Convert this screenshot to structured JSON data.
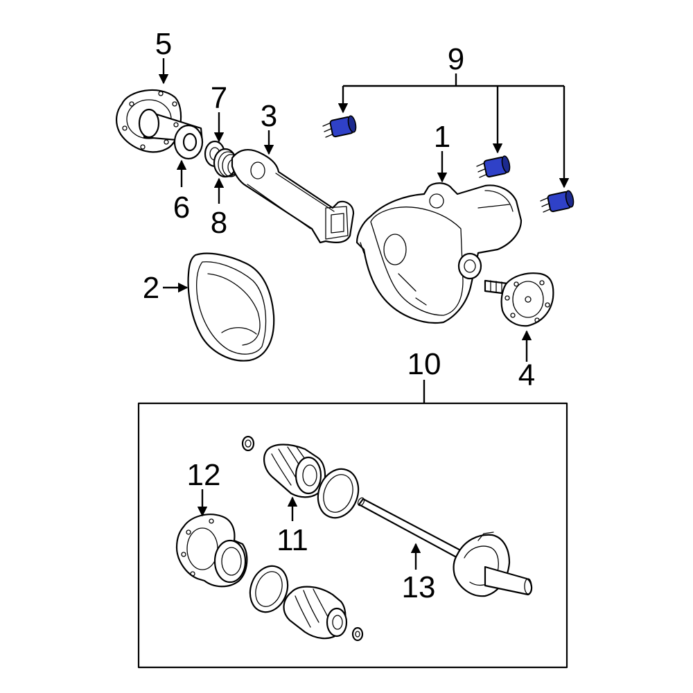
{
  "colors": {
    "highlight": "#2f41c8",
    "highlight_dark": "#1c2a8f",
    "line": "#000000",
    "background": "#ffffff"
  },
  "callouts": {
    "c1": "1",
    "c2": "2",
    "c3": "3",
    "c4": "4",
    "c5": "5",
    "c6": "6",
    "c7": "7",
    "c8": "8",
    "c9": "9",
    "c10": "10",
    "c11": "11",
    "c12": "12",
    "c13": "13"
  }
}
